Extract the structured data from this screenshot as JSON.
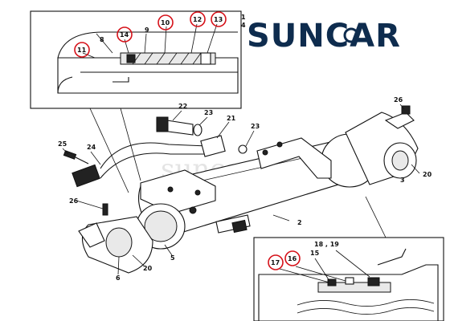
{
  "brand": {
    "name": "SUNCAR",
    "watermark": "suncar",
    "color": "#0e2c4e"
  },
  "accent_color": "#d6121a",
  "part_labels": {
    "p1": "1",
    "p2": "2",
    "p3": "3",
    "p4": "4",
    "p5": "5",
    "p6": "6",
    "p8": "8",
    "p9": "9",
    "p10": "10",
    "p11": "11",
    "p12": "12",
    "p13": "13",
    "p14": "14",
    "p15": "15",
    "p16": "16",
    "p17": "17",
    "p18_19": "18 , 19",
    "p20a": "20",
    "p20b": "20",
    "p21": "21",
    "p22": "22",
    "p23a": "23",
    "p23b": "23",
    "p24": "24",
    "p25": "25",
    "p26a": "26",
    "p26b": "26"
  }
}
